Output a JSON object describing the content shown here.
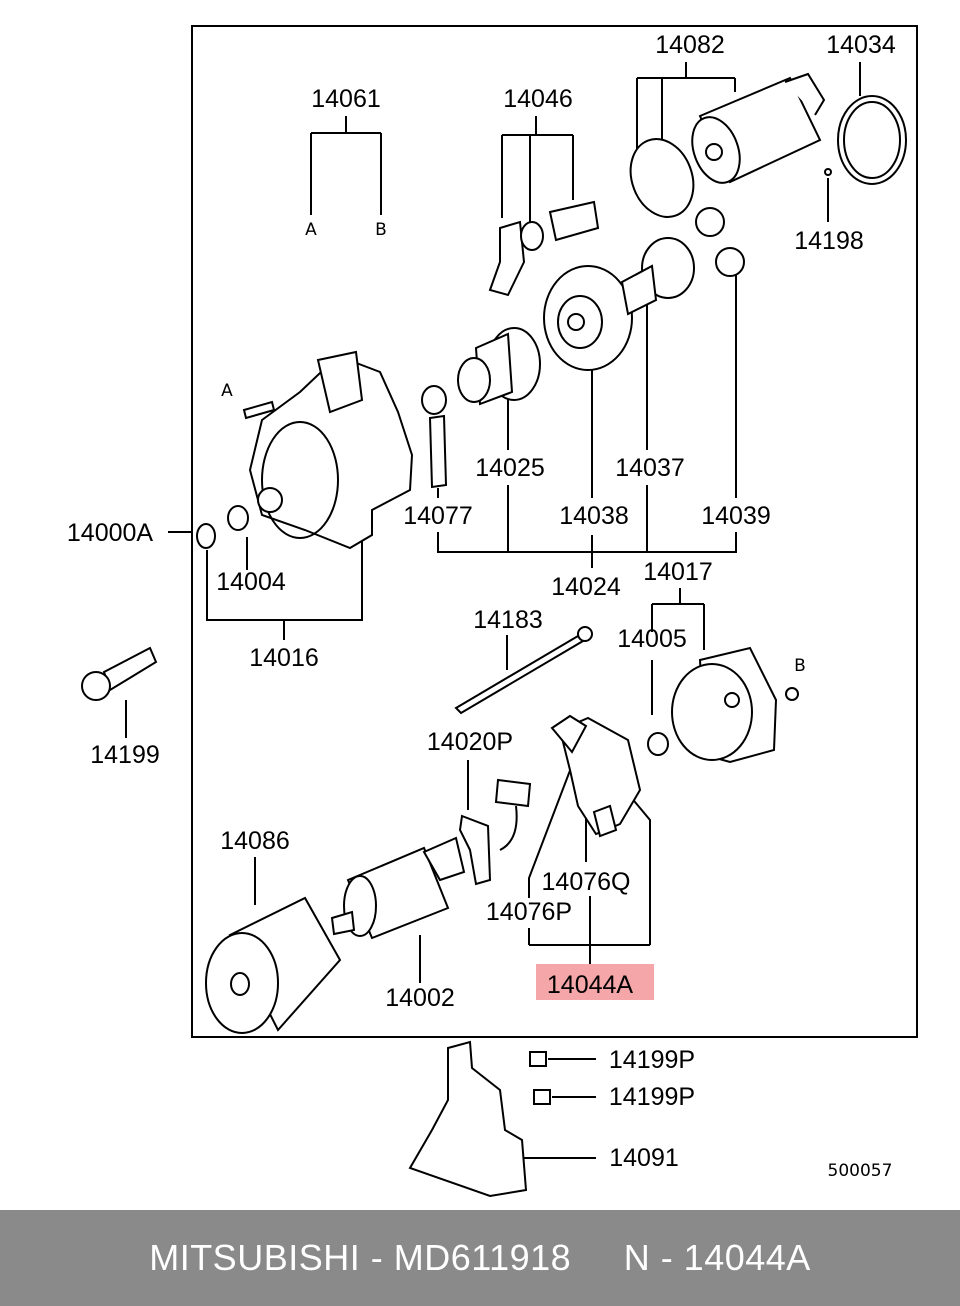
{
  "diagram": {
    "reference_code": "500057",
    "highlight_color": "#f4a6a8",
    "labels": {
      "p14061": "14061",
      "p14046": "14046",
      "p14082": "14082",
      "p14034": "14034",
      "p14198": "14198",
      "ptA1": "A",
      "ptB1": "B",
      "ptA2": "A",
      "ptB2": "B",
      "p14000A": "14000A",
      "p14004": "14004",
      "p14016": "14016",
      "p14025": "14025",
      "p14037": "14037",
      "p14077": "14077",
      "p14038": "14038",
      "p14039": "14039",
      "p14024": "14024",
      "p14017": "14017",
      "p14183": "14183",
      "p14005": "14005",
      "p14199": "14199",
      "p14020P": "14020P",
      "p14086": "14086",
      "p14076Q": "14076Q",
      "p14076P": "14076P",
      "p14044A": "14044A",
      "p14002": "14002",
      "p14199P_1": "14199P",
      "p14199P_2": "14199P",
      "p14091": "14091"
    }
  },
  "footer": {
    "brand": "MITSUBISHI",
    "part_number": "MD611918",
    "position": "N - 14044A",
    "separator": " - "
  }
}
